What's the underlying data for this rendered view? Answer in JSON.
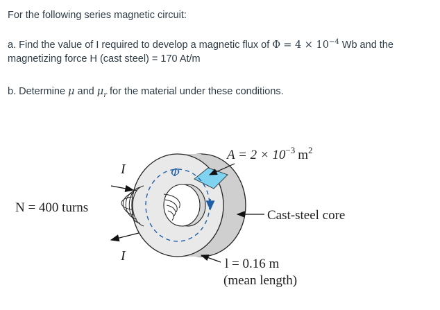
{
  "problem": {
    "intro": "For the following series magnetic circuit:",
    "part_a_prefix": "a. Find the value of I required to develop a magnetic flux of",
    "flux_symbol": "Φ",
    "flux_eq": "= 4 × 10",
    "flux_exp": "−4",
    "part_a_suffix": "Wb and the",
    "part_a_line2": "magnetizing force H (cast steel) = 170 At/m",
    "part_b_prefix": "b. Determine",
    "mu_symbol": "μ",
    "and_word": "and",
    "mu_r_sub": "r",
    "part_b_suffix": "for the material under these conditions."
  },
  "figure": {
    "area_label": "A = 2 × 10",
    "area_exp": "−3",
    "area_unit": "m",
    "area_unit_exp": "2",
    "current_top": "I",
    "current_bottom": "I",
    "turns_label": "N = 400 turns",
    "flux_label": "Φ",
    "core_label": "Cast-steel core",
    "length_label": "l = 0.16 m",
    "length_note": "(mean length)",
    "colors": {
      "core_face": "#e9e9e9",
      "core_rim": "#cfcfcf",
      "flux_path": "#1f5fa8",
      "cross_section": "#7fd2f0"
    }
  }
}
